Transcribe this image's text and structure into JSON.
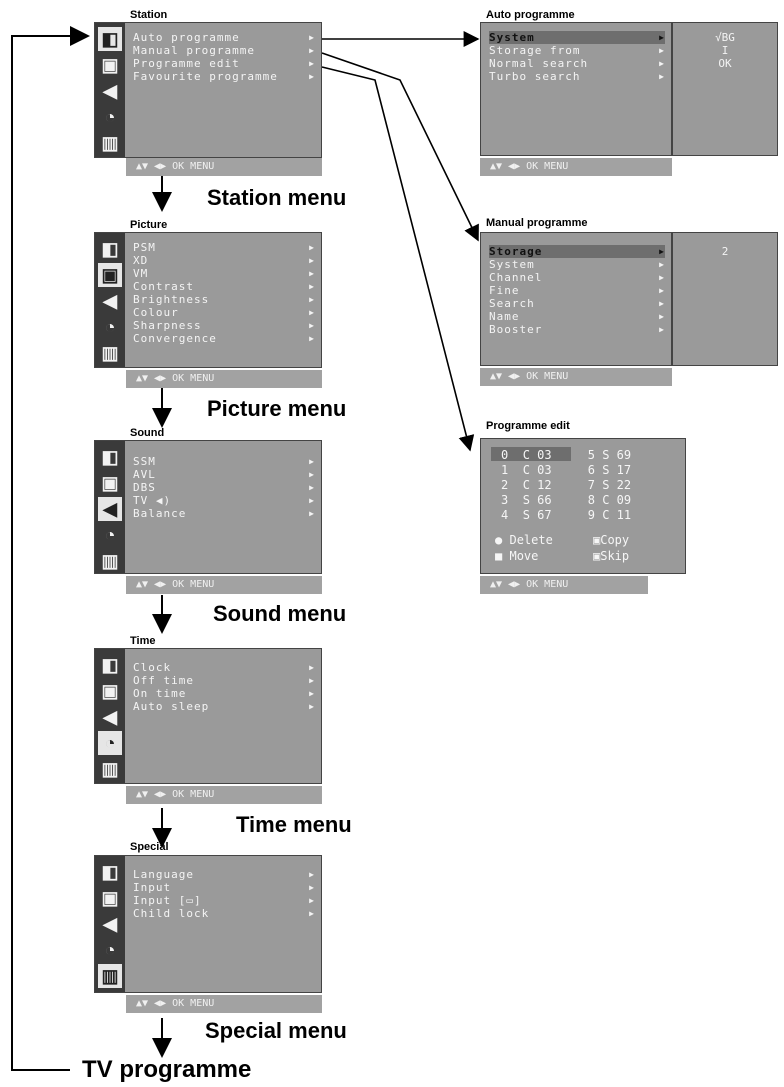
{
  "station": {
    "label": "Station",
    "items": [
      "Auto programme",
      "Manual programme",
      "Programme edit",
      "Favourite programme"
    ],
    "caption": "Station menu"
  },
  "picture": {
    "label": "Picture",
    "items": [
      "PSM",
      "XD",
      "VM",
      "Contrast",
      "Brightness",
      "Colour",
      "Sharpness",
      "Convergence"
    ],
    "caption": "Picture menu"
  },
  "sound": {
    "label": "Sound",
    "items": [
      "SSM",
      "AVL",
      "DBS",
      "TV",
      "Balance"
    ],
    "caption": "Sound menu"
  },
  "time": {
    "label": "Time",
    "items": [
      "Clock",
      "Off time",
      "On time",
      "Auto sleep"
    ],
    "caption": "Time menu"
  },
  "special": {
    "label": "Special",
    "items": [
      "Language",
      "Input",
      "Input",
      "Child lock"
    ],
    "caption": "Special menu"
  },
  "footer_text": "▲▼ ◀▶ OK MENU",
  "auto_programme": {
    "label": "Auto programme",
    "items": [
      "System",
      "Storage from",
      "Normal search",
      "Turbo search"
    ],
    "values": [
      "√BG",
      "I",
      "OK"
    ]
  },
  "manual_programme": {
    "label": "Manual programme",
    "items": [
      "Storage",
      "System",
      "Channel",
      "Fine",
      "Search",
      "Name",
      "Booster"
    ],
    "values": [
      "2"
    ]
  },
  "programme_edit": {
    "label": "Programme edit",
    "rows": [
      [
        "0",
        "C 03",
        "5",
        "S 69"
      ],
      [
        "1",
        "C 03",
        "6",
        "S 17"
      ],
      [
        "2",
        "C 12",
        "7",
        "S 22"
      ],
      [
        "3",
        "S 66",
        "8",
        "C 09"
      ],
      [
        "4",
        "S 67",
        "9",
        "C 11"
      ]
    ],
    "legend": [
      "Delete",
      "Copy",
      "Move",
      "Skip"
    ]
  },
  "tv_programme": "TV programme"
}
